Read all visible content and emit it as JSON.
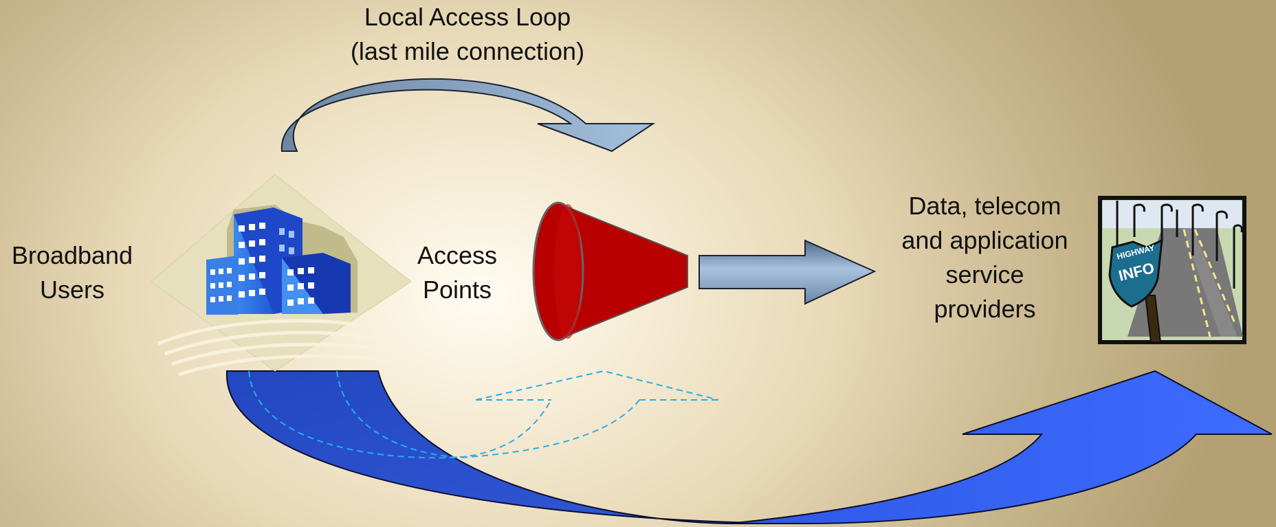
{
  "labels": {
    "local_loop_line1": "Local Access Loop",
    "local_loop_line2": "(last mile connection)",
    "broadband_line1": "Broadband",
    "broadband_line2": "Users",
    "access_line1": "Access",
    "access_line2": "Points",
    "providers_line1": "Data, telecom",
    "providers_line2": "and application",
    "providers_line3": "service",
    "providers_line4": "providers"
  },
  "sign": {
    "line1": "HIGHWAY",
    "line2": "INFO"
  },
  "colors": {
    "loop_arrow": "#8aa6c4",
    "big_arrow_left": "#2a50c8",
    "big_arrow_right": "#3a66f0",
    "funnel": "#b60000",
    "dashed_arrow": "#29aee8",
    "buildings": "#2f6fe0"
  }
}
